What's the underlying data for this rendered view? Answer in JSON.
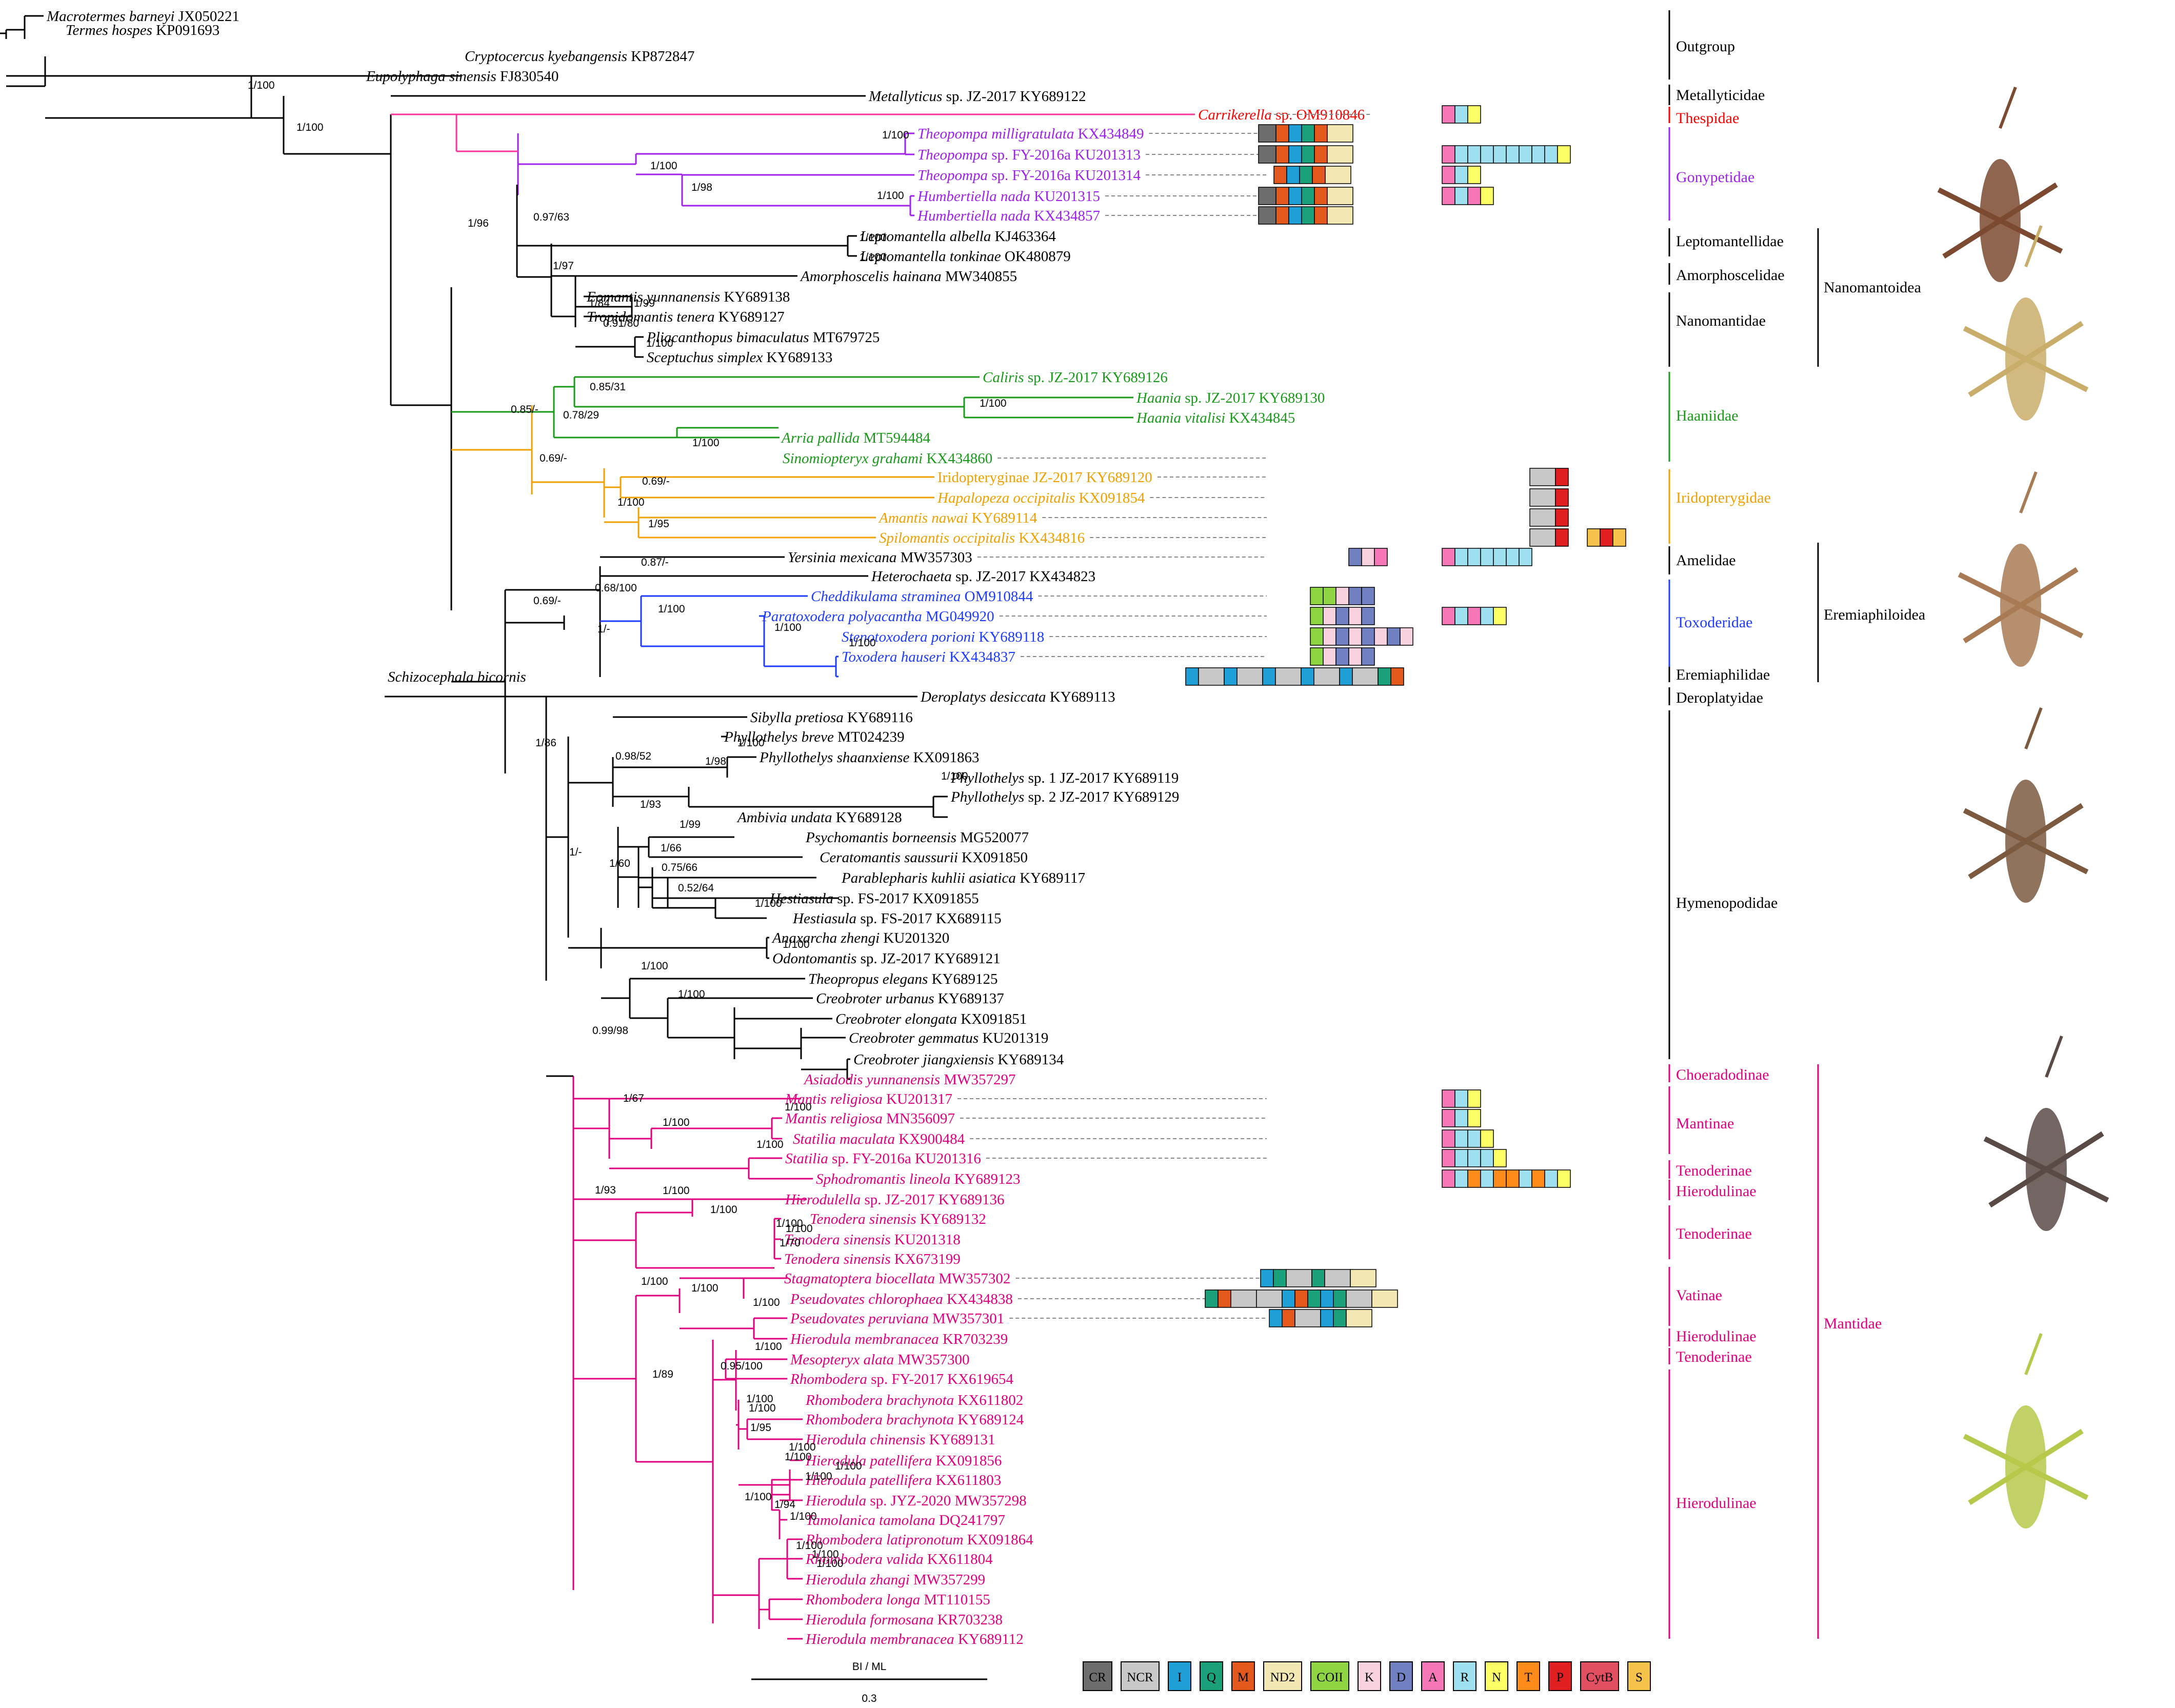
{
  "colors": {
    "black": "#000000",
    "thespidae": "#ff0000",
    "gony": "#a020f0",
    "haanii": "#1a9a1a",
    "irido": "#f0a000",
    "toxo": "#1e3cff",
    "manti": "#e0007f",
    "thespLine": "#ff3399"
  },
  "genes": {
    "CR": "#6d6d6d",
    "NCR": "#c8c8c8",
    "I": "#1ea0d6",
    "Q": "#1aa07a",
    "M": "#e2581d",
    "ND2": "#f3e7b4",
    "COII": "#8fd442",
    "K": "#f9d2e0",
    "D": "#7080c0",
    "A": "#f577b8",
    "R": "#9ee0f0",
    "N": "#ffff66",
    "T": "#ff8c1a",
    "P": "#e02020",
    "CytB": "#e05060",
    "S": "#f5c34a"
  },
  "legend": [
    {
      "label": "CR",
      "color": "CR"
    },
    {
      "label": "NCR",
      "color": "NCR"
    },
    {
      "label": "I",
      "color": "I"
    },
    {
      "label": "Q",
      "color": "Q"
    },
    {
      "label": "M",
      "color": "M"
    },
    {
      "label": "ND2",
      "color": "ND2"
    },
    {
      "label": "COII",
      "color": "COII"
    },
    {
      "label": "K",
      "color": "K"
    },
    {
      "label": "D",
      "color": "D"
    },
    {
      "label": "A",
      "color": "A"
    },
    {
      "label": "R",
      "color": "R"
    },
    {
      "label": "N",
      "color": "N"
    },
    {
      "label": "T",
      "color": "T"
    },
    {
      "label": "P",
      "color": "P"
    },
    {
      "label": "CytB",
      "color": "CytB"
    },
    {
      "label": "S",
      "color": "S"
    }
  ],
  "scale": {
    "label": "BI / ML",
    "value": "0.3"
  },
  "taxa": [
    {
      "i": "Macrotermes barneyi",
      "r": " JX050221",
      "c": "black"
    },
    {
      "i": "Termes hospes",
      "r": " KP091693",
      "c": "black"
    },
    {
      "i": "Cryptocercus kyebangensis",
      "r": " KP872847",
      "c": "black"
    },
    {
      "i": "Eupolyphaga sinensis",
      "r": " FJ830540",
      "c": "black"
    },
    {
      "i": "Metallyticus",
      "r": " sp. JZ-2017 KY689122",
      "c": "black"
    },
    {
      "i": "Carrikerella",
      "r": " sp. OM910846",
      "c": "thespidae",
      "dot": true
    },
    {
      "i": "Theopompa milligratulata",
      "r": " KX434849",
      "c": "gony",
      "dot": true
    },
    {
      "i": "Theopompa",
      "r": " sp. FY-2016a KU201313",
      "c": "gony",
      "dot": true
    },
    {
      "i": "Theopompa",
      "r": " sp. FY-2016a KU201314",
      "c": "gony",
      "dot": true
    },
    {
      "i": "Humbertiella nada",
      "r": " KU201315",
      "c": "gony",
      "dot": true
    },
    {
      "i": "Humbertiella nada",
      "r": " KX434857",
      "c": "gony",
      "dot": true
    },
    {
      "i": "Leptomantella albella",
      "r": " KJ463364",
      "c": "black"
    },
    {
      "i": "Leptomantella tonkinae",
      "r": " OK480879",
      "c": "black"
    },
    {
      "i": "Amorphoscelis hainana",
      "r": " MW340855",
      "c": "black"
    },
    {
      "i": "Eomantis yunnanensis",
      "r": " KY689138",
      "c": "black"
    },
    {
      "i": "Tropidomantis tenera",
      "r": " KY689127",
      "c": "black"
    },
    {
      "i": "Pliacanthopus bimaculatus",
      "r": " MT679725",
      "c": "black"
    },
    {
      "i": "Sceptuchus simplex",
      "r": " KY689133",
      "c": "black"
    },
    {
      "i": "Caliris",
      "r": " sp. JZ-2017 KY689126",
      "c": "haanii"
    },
    {
      "i": "Haania",
      "r": " sp. JZ-2017 KY689130",
      "c": "haanii"
    },
    {
      "i": "Haania vitalisi",
      "r": " KX434845",
      "c": "haanii"
    },
    {
      "i": "Arria pallida",
      "r": " MT594484",
      "c": "haanii"
    },
    {
      "i": "Sinomiopteryx grahami",
      "r": " KX434860",
      "c": "haanii",
      "dot": true
    },
    {
      "i": "",
      "r": "Iridopteryginae JZ-2017 KY689120",
      "c": "irido",
      "dot": true
    },
    {
      "i": "Hapalopeza occipitalis",
      "r": " KX091854",
      "c": "irido",
      "dot": true
    },
    {
      "i": "Amantis nawai",
      "r": " KY689114",
      "c": "irido",
      "dot": true
    },
    {
      "i": "Spilomantis occipitalis",
      "r": " KX434816",
      "c": "irido",
      "dot": true
    },
    {
      "i": "Yersinia mexicana",
      "r": " MW357303",
      "c": "black",
      "dot": true
    },
    {
      "i": "Heterochaeta",
      "r": " sp. JZ-2017 KX434823",
      "c": "black"
    },
    {
      "i": "Cheddikulama straminea",
      "r": " OM910844",
      "c": "toxo",
      "dot": true
    },
    {
      "i": "Paratoxodera polyacantha",
      "r": " MG049920",
      "c": "toxo",
      "dot": true
    },
    {
      "i": "Stenotoxodera porioni",
      "r": " KY689118",
      "c": "toxo",
      "dot": true
    },
    {
      "i": "Toxodera hauseri",
      "r": " KX434837",
      "c": "toxo",
      "dot": true
    },
    {
      "i": "Schizocephala bicornis",
      "r": "",
      "c": "black"
    },
    {
      "i": "Deroplatys desiccata",
      "r": " KY689113",
      "c": "black"
    },
    {
      "i": "Sibylla pretiosa",
      "r": " KY689116",
      "c": "black"
    },
    {
      "i": "Phyllothelys breve",
      "r": " MT024239",
      "c": "black"
    },
    {
      "i": "Phyllothelys shaanxiense",
      "r": " KX091863",
      "c": "black"
    },
    {
      "i": "Phyllothelys",
      "r": " sp. 1 JZ-2017 KY689119",
      "c": "black"
    },
    {
      "i": "Phyllothelys",
      "r": " sp. 2 JZ-2017 KY689129",
      "c": "black"
    },
    {
      "i": "Ambivia undata",
      "r": " KY689128",
      "c": "black"
    },
    {
      "i": "Psychomantis borneensis",
      "r": " MG520077",
      "c": "black"
    },
    {
      "i": "Ceratomantis saussurii",
      "r": "  KX091850",
      "c": "black"
    },
    {
      "i": "Parablepharis kuhlii asiatica",
      "r": " KY689117",
      "c": "black"
    },
    {
      "i": "Hestiasula",
      "r": " sp. FS-2017 KX091855",
      "c": "black"
    },
    {
      "i": "Hestiasula",
      "r": " sp. FS-2017 KX689115",
      "c": "black"
    },
    {
      "i": "Anaxarcha zhengi",
      "r": " KU201320",
      "c": "black"
    },
    {
      "i": "Odontomantis",
      "r": " sp. JZ-2017 KY689121",
      "c": "black"
    },
    {
      "i": "Theopropus elegans",
      "r": " KY689125",
      "c": "black"
    },
    {
      "i": "Creobroter urbanus",
      "r": " KY689137",
      "c": "black"
    },
    {
      "i": "Creobroter elongata",
      "r": " KX091851",
      "c": "black"
    },
    {
      "i": "Creobroter gemmatus",
      "r": " KU201319",
      "c": "black"
    },
    {
      "i": "Creobroter jiangxiensis",
      "r": " KY689134",
      "c": "black"
    },
    {
      "i": "Asiadodis yunnanensis",
      "r": " MW357297",
      "c": "manti"
    },
    {
      "i": "Mantis religiosa",
      "r": " KU201317",
      "c": "manti",
      "dot": true
    },
    {
      "i": "Mantis religiosa",
      "r": " MN356097",
      "c": "manti",
      "dot": true
    },
    {
      "i": "Statilia maculata",
      "r": " KX900484",
      "c": "manti",
      "dot": true
    },
    {
      "i": "Statilia",
      "r": " sp. FY-2016a KU201316",
      "c": "manti",
      "dot": true
    },
    {
      "i": "Sphodromantis lineola",
      "r": " KY689123",
      "c": "manti"
    },
    {
      "i": "Hierodulella",
      "r": " sp. JZ-2017 KY689136",
      "c": "manti"
    },
    {
      "i": "Tenodera sinensis",
      "r": " KY689132",
      "c": "manti"
    },
    {
      "i": "Tenodera sinensis",
      "r": " KU201318",
      "c": "manti"
    },
    {
      "i": "Tenodera sinensis",
      "r": " KX673199",
      "c": "manti"
    },
    {
      "i": "Stagmatoptera biocellata",
      "r": " MW357302",
      "c": "manti",
      "dot": true
    },
    {
      "i": "Pseudovates chlorophaea",
      "r": " KX434838",
      "c": "manti",
      "dot": true
    },
    {
      "i": "Pseudovates peruviana",
      "r": " MW357301",
      "c": "manti",
      "dot": true
    },
    {
      "i": "Hierodula membranacea",
      "r": " KR703239",
      "c": "manti"
    },
    {
      "i": "Mesopteryx alata",
      "r": " MW357300",
      "c": "manti"
    },
    {
      "i": "Rhombodera",
      "r": " sp. FY-2017 KX619654",
      "c": "manti"
    },
    {
      "i": "Rhombodera brachynota",
      "r": " KX611802",
      "c": "manti"
    },
    {
      "i": "Rhombodera brachynota",
      "r": " KY689124",
      "c": "manti"
    },
    {
      "i": "Hierodula chinensis",
      "r": " KY689131",
      "c": "manti"
    },
    {
      "i": "Hierodula patellifera",
      "r": " KX091856",
      "c": "manti"
    },
    {
      "i": "Hierodula patellifera",
      "r": " KX611803",
      "c": "manti"
    },
    {
      "i": "Hierodula",
      "r": " sp. JYZ-2020 MW357298",
      "c": "manti"
    },
    {
      "i": "Tamolanica tamolana",
      "r": " DQ241797",
      "c": "manti"
    },
    {
      "i": "Rhombodera latipronotum",
      "r": " KX091864",
      "c": "manti"
    },
    {
      "i": "Rhombodera valida",
      "r": " KX611804",
      "c": "manti"
    },
    {
      "i": "Hierodula zhangi",
      "r": " MW357299",
      "c": "manti"
    },
    {
      "i": "Rhombodera longa",
      "r": " MT110155",
      "c": "manti"
    },
    {
      "i": "Hierodula formosana",
      "r": " KR703238",
      "c": "manti"
    },
    {
      "i": "Hierodula membranacea",
      "r": " KY689112",
      "c": "manti"
    }
  ],
  "support": [
    "1/100",
    "1/100",
    "1/100",
    "0.97/63",
    "1/96",
    "1/100",
    "1/98",
    "1/100",
    "1/100",
    "1/100",
    "1/97",
    "1/84",
    "1/99",
    "0.91/80",
    "1/100",
    "0.85/-",
    "0.85/31",
    "0.78/29",
    "1/100",
    "1/100",
    "0.69/-",
    "0.69/-",
    "1/100",
    "1/95",
    "0.69/-",
    "0.87/-",
    "0.68/100",
    "1/100",
    "1/100",
    "1/100",
    "1/-",
    "1/86",
    "1/-",
    "0.98/52",
    "1/100",
    "1/98",
    "1/100",
    "1/93",
    "1/99",
    "1/66",
    "0.75/66",
    "0.52/64",
    "1/100",
    "1/60",
    "1/100",
    "1/100",
    "1/100",
    "0.99/98",
    "1/67",
    "1/100",
    "1/100",
    "1/100",
    "1/93",
    "1/100",
    "1/100",
    "1/100",
    "1/100",
    "1/70",
    "1/100",
    "1/100",
    "1/100",
    "1/89",
    "1/100",
    "0.95/100",
    "1/100",
    "1/100",
    "1/95",
    "1/100",
    "1/100",
    "1/100",
    "1/100",
    "1/100",
    "1/94",
    "1/100",
    "1/100",
    "1/100",
    "1/100"
  ],
  "families": [
    {
      "label": "Outgroup",
      "c": "black"
    },
    {
      "label": "Metallyticidae",
      "c": "black"
    },
    {
      "label": "Thespidae",
      "c": "thespidae"
    },
    {
      "label": "Gonypetidae",
      "c": "gony"
    },
    {
      "label": "Leptomantellidae",
      "c": "black"
    },
    {
      "label": "Amorphoscelidae",
      "c": "black"
    },
    {
      "label": "Nanomantidae",
      "c": "black"
    },
    {
      "label": "Haaniidae",
      "c": "haanii"
    },
    {
      "label": "Iridopterygidae",
      "c": "irido"
    },
    {
      "label": "Amelidae",
      "c": "black"
    },
    {
      "label": "Toxoderidae",
      "c": "toxo"
    },
    {
      "label": "Eremiaphilidae",
      "c": "black"
    },
    {
      "label": "Deroplatyidae",
      "c": "black"
    },
    {
      "label": "Hymenopodidae",
      "c": "black"
    },
    {
      "label": "Choeradodinae",
      "c": "manti"
    },
    {
      "label": "Mantinae",
      "c": "manti"
    },
    {
      "label": "Tenoderinae",
      "c": "manti"
    },
    {
      "label": "Hierodulinae",
      "c": "manti"
    },
    {
      "label": "Tenoderinae",
      "c": "manti"
    },
    {
      "label": "Vatinae",
      "c": "manti"
    },
    {
      "label": "Hierodulinae",
      "c": "manti"
    },
    {
      "label": "Tenoderinae",
      "c": "manti"
    },
    {
      "label": "Hierodulinae",
      "c": "manti"
    }
  ],
  "superfamilies": [
    {
      "label": "Nanomantoidea"
    },
    {
      "label": "Eremiaphiloidea"
    },
    {
      "label": "Mantidae",
      "c": "manti"
    }
  ],
  "photos": [
    {
      "name": "metallyticus-photo-icon"
    },
    {
      "name": "amorphoscelis-photo-icon"
    },
    {
      "name": "iridopterygidae-photo-icon"
    },
    {
      "name": "hymenopodidae-photo-icon"
    },
    {
      "name": "mantidae-twig-photo-icon"
    },
    {
      "name": "hierodula-photo-icon"
    }
  ],
  "gene_orders": [
    [
      "CR",
      "M",
      "I",
      "Q",
      "M",
      "ND2"
    ],
    [
      "CR",
      "M",
      "I",
      "Q",
      "M",
      "ND2"
    ],
    [
      "M",
      "I",
      "Q",
      "M",
      "ND2"
    ],
    [
      "CR",
      "M",
      "I",
      "Q",
      "M",
      "ND2"
    ],
    [
      "CR",
      "M",
      "I",
      "Q",
      "M",
      "ND2"
    ],
    [
      "A",
      "R",
      "N"
    ],
    [
      "A",
      "R",
      "R",
      "R",
      "R",
      "R",
      "R",
      "R",
      "R",
      "N"
    ],
    [
      "A",
      "R",
      "N"
    ],
    [
      "A",
      "R",
      "A",
      "N"
    ],
    [
      "NCR",
      "P"
    ],
    [
      "NCR",
      "P"
    ],
    [
      "NCR",
      "P"
    ],
    [
      "NCR",
      "P"
    ],
    [
      "S",
      "P",
      "S"
    ],
    [
      "D",
      "K",
      "A"
    ],
    [
      "A",
      "R",
      "R",
      "R",
      "R",
      "R",
      "R"
    ],
    [
      "COII",
      "COII",
      "K",
      "D",
      "D"
    ],
    [
      "COII",
      "K",
      "D",
      "K",
      "D"
    ],
    [
      "COII",
      "K",
      "D",
      "K",
      "D",
      "K",
      "D",
      "K"
    ],
    [
      "COII",
      "K",
      "D",
      "K",
      "D"
    ],
    [
      "A",
      "R",
      "A",
      "R",
      "N"
    ],
    [
      "I",
      "NCR",
      "I",
      "NCR",
      "I",
      "NCR",
      "I",
      "NCR",
      "I",
      "NCR",
      "Q",
      "M"
    ],
    [
      "A",
      "R",
      "N"
    ],
    [
      "A",
      "R",
      "N"
    ],
    [
      "A",
      "R",
      "R",
      "N"
    ],
    [
      "A",
      "R",
      "R",
      "R",
      "N"
    ],
    [
      "A",
      "R",
      "T",
      "R",
      "T",
      "T",
      "R",
      "T",
      "R",
      "N"
    ],
    [
      "I",
      "Q",
      "NCR",
      "Q",
      "NCR",
      "ND2"
    ],
    [
      "Q",
      "M",
      "NCR",
      "NCR",
      "I",
      "M",
      "Q",
      "I",
      "Q",
      "NCR",
      "ND2"
    ],
    [
      "I",
      "M",
      "NCR",
      "I",
      "Q",
      "ND2"
    ]
  ]
}
